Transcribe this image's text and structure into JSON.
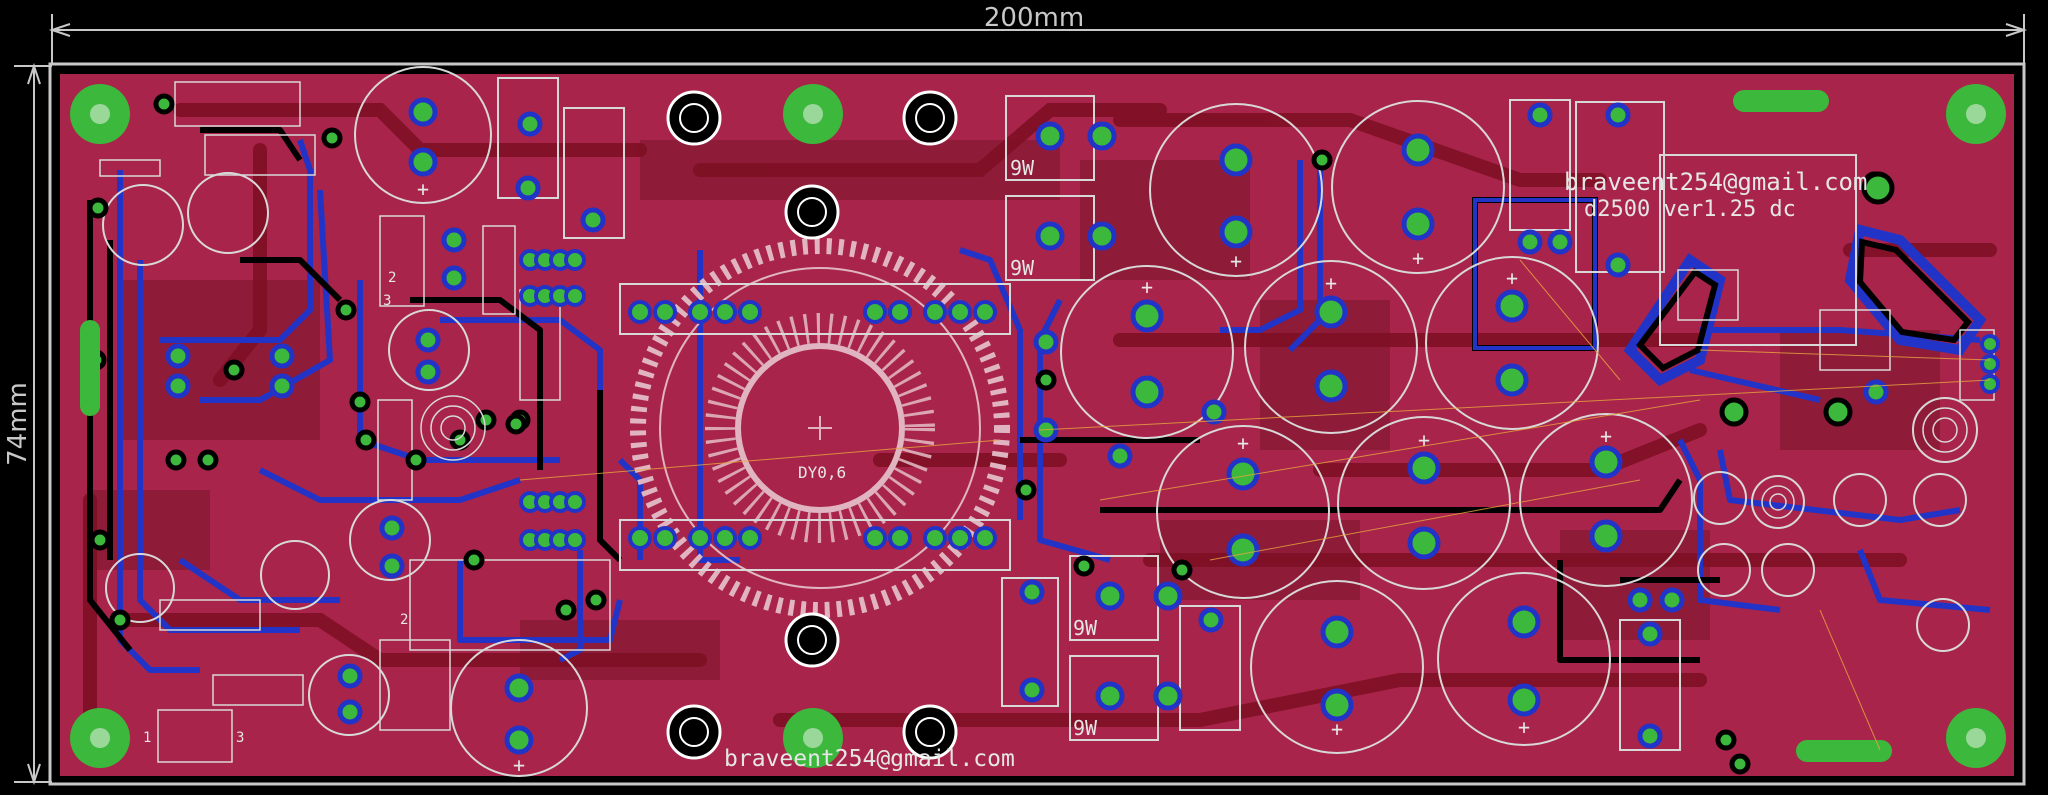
{
  "board": {
    "width_label": "200mm",
    "height_label": "74mm",
    "email_top": "braveent254@gmail.com",
    "version": "d2500 ver1.25 dc",
    "email_bottom": "braveent254@gmail.com",
    "toroid_label": "DY0,6",
    "resistor_labels": [
      "9W",
      "9W",
      "9W",
      "9W"
    ],
    "pin_labels": [
      "1",
      "2",
      "3",
      "2",
      "3"
    ]
  },
  "colors": {
    "board": "#a8244a",
    "copper_dark": "#7a1628",
    "trace_blue": "#2234c8",
    "pad_green": "#3cb83c",
    "silk": "#dcdcdc",
    "outline": "#c8c8c8",
    "background": "#000000"
  }
}
